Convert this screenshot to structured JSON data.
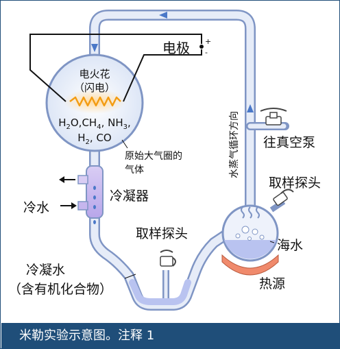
{
  "labels": {
    "electrode": "电极",
    "plus": "+",
    "minus": "-",
    "spark_line1": "电火花",
    "spark_line2": "（闪电）",
    "gases_line1": [
      "H",
      "2",
      "O,CH",
      "4",
      ", NH",
      "3",
      ","
    ],
    "gases_line2": [
      "H",
      "2",
      ", CO"
    ],
    "atmosphere_line1": "原始大气圈的",
    "atmosphere_line2": "气体",
    "condenser": "冷凝器",
    "cold_water": "冷水",
    "steam_direction": "水蒸气循环方向",
    "vacuum_pump": "往真空泵",
    "probe_right": "取样探头",
    "probe_bottom": "取样探头",
    "seawater": "海水",
    "heat_source": "热源",
    "condensate_line1": "冷凝水",
    "condensate_line2": "（含有机化合物）"
  },
  "caption": "米勒实验示意图。注释 1",
  "colors": {
    "frame": "#1f4e79",
    "caption_bg": "#1f4e79",
    "tube_fill": "#dde6f6",
    "tube_stroke": "#7f95c4",
    "water": "#b9c3f0",
    "flask_fill": "#e9eef9",
    "spark": "#f39c12",
    "condenser": "#c9b8ef",
    "heater": "#f08a6c",
    "arrow": "#4a78c8"
  },
  "icons": [
    "spark-icon",
    "steam-icon",
    "bubbles-icon",
    "valve-icon",
    "probe-icon",
    "arrow-icon"
  ]
}
